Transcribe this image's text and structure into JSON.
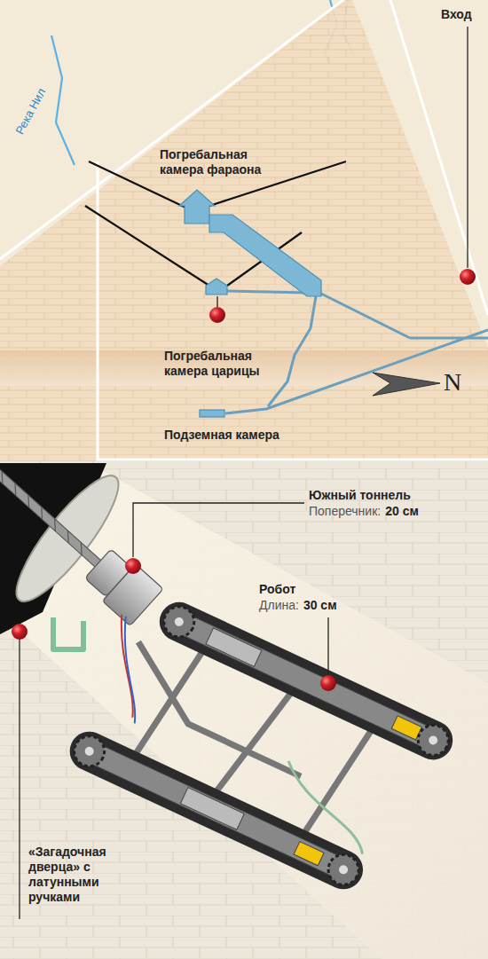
{
  "diagram": {
    "labels": [
      "Река Нил",
      "Вход",
      "Погребальная камера фараона",
      "Погребальная камера царицы",
      "N",
      "Подземная камера",
      "Южный тоннель",
      "Поперечник:",
      "20 см",
      "Робот",
      "Длина:",
      "30 см",
      "«Загадочная дверца» с латунными ручками"
    ]
  }
}
